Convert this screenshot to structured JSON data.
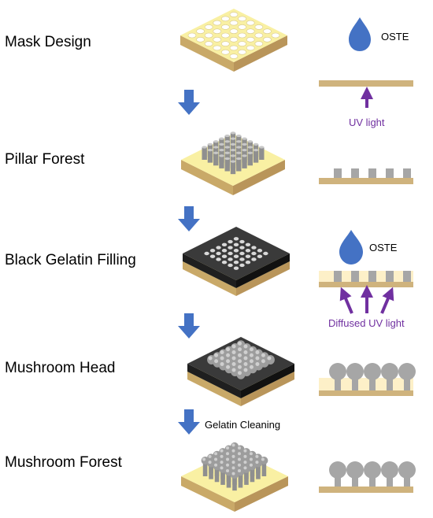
{
  "steps": [
    {
      "label": "Mask Design"
    },
    {
      "label": "Pillar Forest"
    },
    {
      "label": "Black Gelatin Filling"
    },
    {
      "label": "Mushroom Head"
    },
    {
      "label": "Mushroom Forest"
    }
  ],
  "materials": {
    "oste_top": "OSTE",
    "oste_mid": "OSTE",
    "uv_light": "UV light",
    "diffused_uv_light": "Diffused UV light"
  },
  "arrows": {
    "gelatin_cleaning": "Gelatin Cleaning"
  },
  "colors": {
    "substrate_top": "#f9f0a3",
    "substrate_side": "#d6b570",
    "gelatin": "#3a3a3a",
    "pillar": "#a6a6a6",
    "flow_arrow": "#4472c4",
    "uv_arrow": "#7030a0",
    "oste_drop": "#4472c4",
    "base_plate": "#cfb37d"
  },
  "icons": {
    "flow_arrow": "down-arrow-icon",
    "oste": "droplet-icon",
    "uv": "up-arrow-icon"
  }
}
